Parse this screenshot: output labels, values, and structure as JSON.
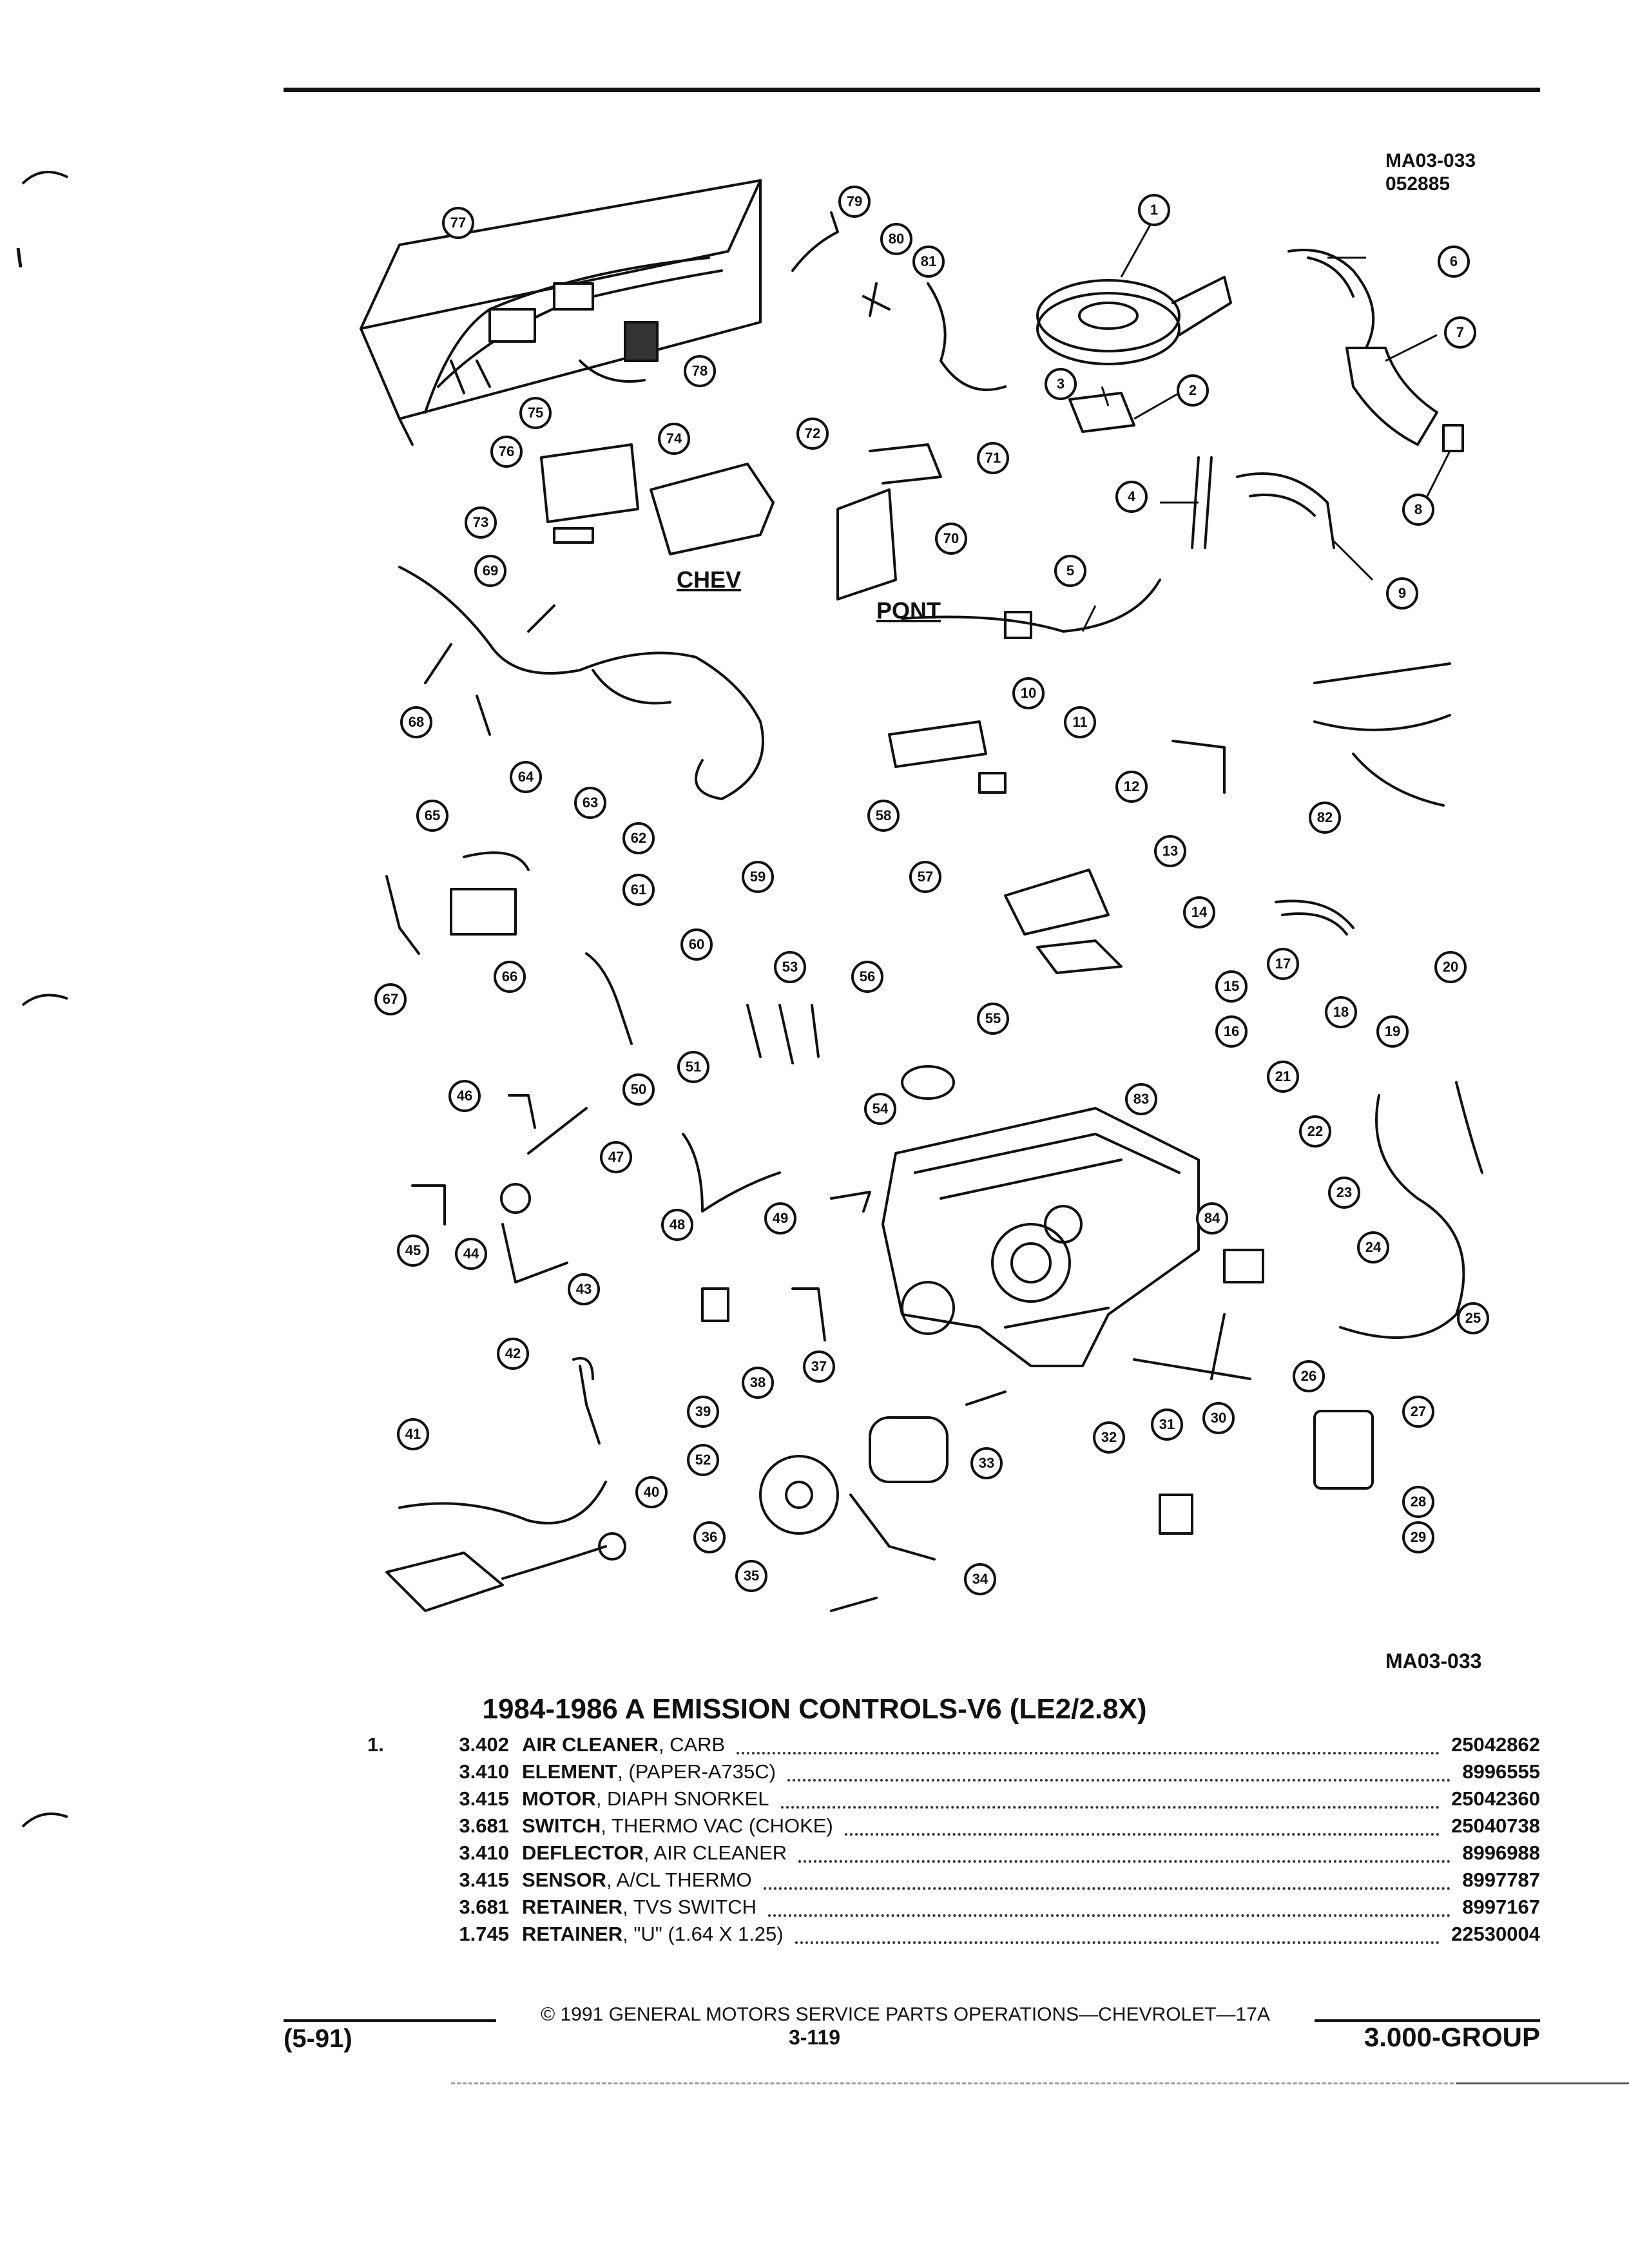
{
  "header": {
    "ref_code": "MA03-033",
    "ref_number": "052885"
  },
  "diagram": {
    "labels": {
      "chev": "CHEV",
      "pont": "PONT"
    },
    "callouts": [
      "1",
      "2",
      "3",
      "4",
      "5",
      "6",
      "7",
      "8",
      "9",
      "10",
      "11",
      "12",
      "13",
      "14",
      "15",
      "16",
      "17",
      "18",
      "19",
      "20",
      "21",
      "22",
      "23",
      "24",
      "25",
      "26",
      "27",
      "28",
      "29",
      "30",
      "31",
      "32",
      "33",
      "34",
      "35",
      "36",
      "37",
      "38",
      "39",
      "40",
      "41",
      "42",
      "43",
      "44",
      "45",
      "46",
      "47",
      "48",
      "49",
      "50",
      "51",
      "52",
      "53",
      "54",
      "55",
      "56",
      "57",
      "58",
      "59",
      "60",
      "61",
      "62",
      "63",
      "64",
      "65",
      "66",
      "67",
      "68",
      "69",
      "70",
      "71",
      "72",
      "73",
      "74",
      "75",
      "76",
      "77",
      "78",
      "79",
      "80",
      "81",
      "82",
      "83",
      "84"
    ],
    "figure_code": "MA03-033"
  },
  "section": {
    "title": "1984-1986 A EMISSION CONTROLS-V6 (LE2/2.8X)",
    "parts": [
      {
        "item": "1.",
        "group": "3.402",
        "name": "AIR CLEANER",
        "desc": ", CARB",
        "part_no": "25042862"
      },
      {
        "item": "",
        "group": "3.410",
        "name": "ELEMENT",
        "desc": ", (PAPER-A735C)",
        "part_no": "8996555"
      },
      {
        "item": "",
        "group": "3.415",
        "name": "MOTOR",
        "desc": ", DIAPH SNORKEL",
        "part_no": "25042360"
      },
      {
        "item": "",
        "group": "3.681",
        "name": "SWITCH",
        "desc": ", THERMO VAC (CHOKE)",
        "part_no": "25040738"
      },
      {
        "item": "",
        "group": "3.410",
        "name": "DEFLECTOR",
        "desc": ", AIR CLEANER",
        "part_no": "8996988"
      },
      {
        "item": "",
        "group": "3.415",
        "name": "SENSOR",
        "desc": ", A/CL THERMO",
        "part_no": "8997787"
      },
      {
        "item": "",
        "group": "3.681",
        "name": "RETAINER",
        "desc": ", TVS SWITCH",
        "part_no": "8997167"
      },
      {
        "item": "",
        "group": "1.745",
        "name": "RETAINER",
        "desc": ", \"U\" (1.64 X 1.25)",
        "part_no": "22530004"
      }
    ]
  },
  "footer": {
    "copyright": "© 1991 GENERAL MOTORS SERVICE PARTS OPERATIONS—CHEVROLET—17A",
    "date_code": "(5-91)",
    "page_number": "3-119",
    "group": "3.000-GROUP"
  }
}
